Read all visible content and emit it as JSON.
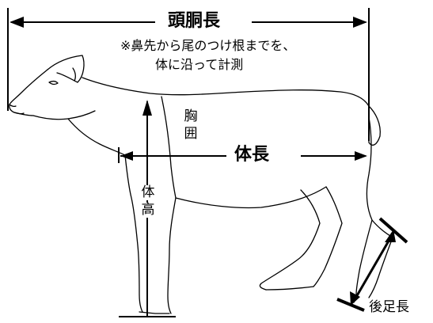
{
  "labels": {
    "head_body_length": "頭胴長",
    "note_line1": "※鼻先から尾のつけ根までを、",
    "note_line2": "体に沿って計測",
    "chest_girth_1": "胸",
    "chest_girth_2": "囲",
    "body_length": "体長",
    "body_height_1": "体",
    "body_height_2": "高",
    "hind_foot_length": "後足長"
  },
  "colors": {
    "line": "#000000",
    "background": "#ffffff"
  }
}
